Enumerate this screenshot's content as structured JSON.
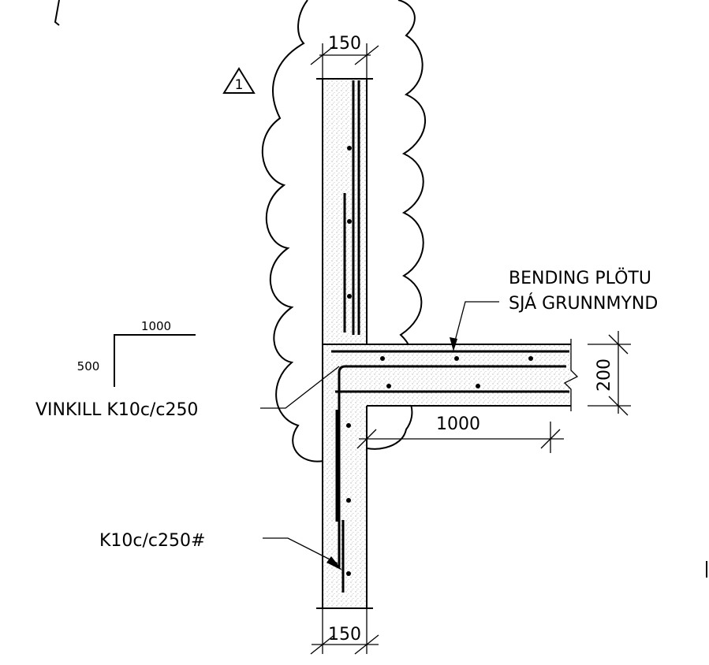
{
  "dimensions": {
    "top_width": "150",
    "bottom_width": "150",
    "slab_thickness": "200",
    "slab_length": "1000"
  },
  "revision_marker": "1",
  "angle_legend": {
    "horizontal": "1000",
    "vertical": "500"
  },
  "labels": {
    "bending_line1": "BENDING PLÖTU",
    "bending_line2": "SJÁ GRUNNMYND",
    "vinkill": "VINKILL K10c/c250",
    "k10": "K10c/c250#"
  }
}
